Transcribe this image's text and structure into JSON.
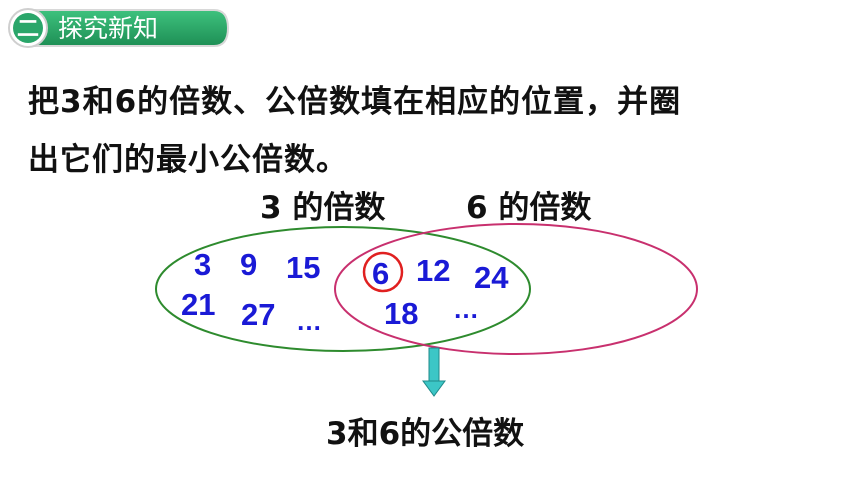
{
  "header": {
    "badge": "二",
    "section_title": "探究新知"
  },
  "instruction": {
    "line1": "把3和6的倍数、公倍数填在相应的位置，并圈",
    "line2": "出它们的最小公倍数。"
  },
  "venn": {
    "left_title": "3 的倍数",
    "right_title": "6 的倍数",
    "left_only": [
      "3",
      "9",
      "15",
      "21",
      "27",
      "…"
    ],
    "common": [
      "6",
      "12",
      "24",
      "18",
      "…"
    ],
    "common_label": "3和6的公倍数",
    "colors": {
      "left_circle": "#2e8b2e",
      "right_circle": "#c8306e",
      "numbers": "#1a1ad6",
      "highlight_ring": "#e02020",
      "arrow": "#3cc6c6",
      "banner": "#2aa66a"
    }
  }
}
